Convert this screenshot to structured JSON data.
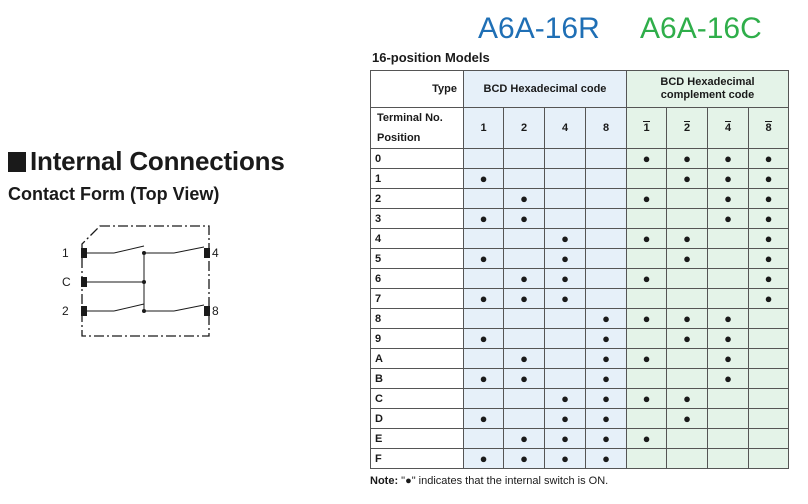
{
  "header": {
    "model_r": "A6A-16R",
    "model_c": "A6A-16C",
    "models_heading": "16-position Models",
    "color_r": "#1f6fb5",
    "color_c": "#2fae4a"
  },
  "section": {
    "title": "Internal Connections",
    "subtitle": "Contact Form (Top View)"
  },
  "diagram": {
    "labels": [
      "1",
      "C",
      "2",
      "4",
      "8"
    ]
  },
  "table": {
    "type_label": "Type",
    "group_r": [
      "BCD Hexadecimal code"
    ],
    "group_c": [
      "BCD Hexadecimal",
      "complement code"
    ],
    "terminal_label": "Terminal No.",
    "position_label": "Position",
    "cols_r": [
      "1",
      "2",
      "4",
      "8"
    ],
    "cols_c": [
      "1",
      "2",
      "4",
      "8"
    ],
    "rows": [
      {
        "pos": "0",
        "r": [
          0,
          0,
          0,
          0
        ],
        "c": [
          1,
          1,
          1,
          1
        ]
      },
      {
        "pos": "1",
        "r": [
          1,
          0,
          0,
          0
        ],
        "c": [
          0,
          1,
          1,
          1
        ]
      },
      {
        "pos": "2",
        "r": [
          0,
          1,
          0,
          0
        ],
        "c": [
          1,
          0,
          1,
          1
        ]
      },
      {
        "pos": "3",
        "r": [
          1,
          1,
          0,
          0
        ],
        "c": [
          0,
          0,
          1,
          1
        ]
      },
      {
        "pos": "4",
        "r": [
          0,
          0,
          1,
          0
        ],
        "c": [
          1,
          1,
          0,
          1
        ]
      },
      {
        "pos": "5",
        "r": [
          1,
          0,
          1,
          0
        ],
        "c": [
          0,
          1,
          0,
          1
        ]
      },
      {
        "pos": "6",
        "r": [
          0,
          1,
          1,
          0
        ],
        "c": [
          1,
          0,
          0,
          1
        ]
      },
      {
        "pos": "7",
        "r": [
          1,
          1,
          1,
          0
        ],
        "c": [
          0,
          0,
          0,
          1
        ]
      },
      {
        "pos": "8",
        "r": [
          0,
          0,
          0,
          1
        ],
        "c": [
          1,
          1,
          1,
          0
        ]
      },
      {
        "pos": "9",
        "r": [
          1,
          0,
          0,
          1
        ],
        "c": [
          0,
          1,
          1,
          0
        ]
      },
      {
        "pos": "A",
        "r": [
          0,
          1,
          0,
          1
        ],
        "c": [
          1,
          0,
          1,
          0
        ]
      },
      {
        "pos": "B",
        "r": [
          1,
          1,
          0,
          1
        ],
        "c": [
          0,
          0,
          1,
          0
        ]
      },
      {
        "pos": "C",
        "r": [
          0,
          0,
          1,
          1
        ],
        "c": [
          1,
          1,
          0,
          0
        ]
      },
      {
        "pos": "D",
        "r": [
          1,
          0,
          1,
          1
        ],
        "c": [
          0,
          1,
          0,
          0
        ]
      },
      {
        "pos": "E",
        "r": [
          0,
          1,
          1,
          1
        ],
        "c": [
          1,
          0,
          0,
          0
        ]
      },
      {
        "pos": "F",
        "r": [
          1,
          1,
          1,
          1
        ],
        "c": [
          0,
          0,
          0,
          0
        ]
      }
    ],
    "dot": "●",
    "colors": {
      "blue_fill": "#e6f0f9",
      "green_fill": "#e4f3e8"
    }
  },
  "note": {
    "prefix": "Note:",
    "text": " \"●\" indicates that the internal switch is ON."
  }
}
